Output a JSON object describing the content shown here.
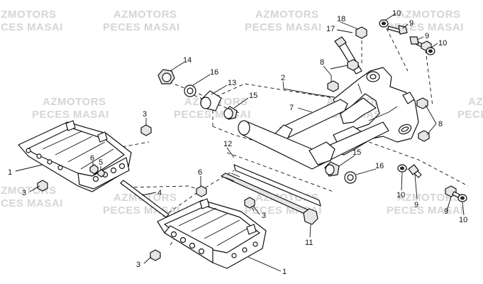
{
  "watermark": {
    "line1": "AZMOTORS",
    "line2": "PECES MASAI"
  },
  "callouts": [
    {
      "id": "c-1a",
      "number": "1"
    },
    {
      "id": "c-1b",
      "number": "1"
    },
    {
      "id": "c-2",
      "number": "2"
    },
    {
      "id": "c-3a",
      "number": "3"
    },
    {
      "id": "c-3b",
      "number": "3"
    },
    {
      "id": "c-3c",
      "number": "3"
    },
    {
      "id": "c-3d",
      "number": "3"
    },
    {
      "id": "c-4",
      "number": "4"
    },
    {
      "id": "c-5",
      "number": "5"
    },
    {
      "id": "c-6a",
      "number": "6"
    },
    {
      "id": "c-6b",
      "number": "6"
    },
    {
      "id": "c-7",
      "number": "7"
    },
    {
      "id": "c-8a",
      "number": "8"
    },
    {
      "id": "c-8b",
      "number": "8"
    },
    {
      "id": "c-9a",
      "number": "9"
    },
    {
      "id": "c-9b",
      "number": "9"
    },
    {
      "id": "c-9c",
      "number": "9"
    },
    {
      "id": "c-9d",
      "number": "9"
    },
    {
      "id": "c-10a",
      "number": "10"
    },
    {
      "id": "c-10b",
      "number": "10"
    },
    {
      "id": "c-10c",
      "number": "10"
    },
    {
      "id": "c-10d",
      "number": "10"
    },
    {
      "id": "c-11",
      "number": "11"
    },
    {
      "id": "c-12",
      "number": "12"
    },
    {
      "id": "c-13",
      "number": "13"
    },
    {
      "id": "c-14",
      "number": "14"
    },
    {
      "id": "c-15a",
      "number": "15"
    },
    {
      "id": "c-15b",
      "number": "15"
    },
    {
      "id": "c-16a",
      "number": "16"
    },
    {
      "id": "c-16b",
      "number": "16"
    },
    {
      "id": "c-17",
      "number": "17"
    },
    {
      "id": "c-18",
      "number": "18"
    }
  ]
}
